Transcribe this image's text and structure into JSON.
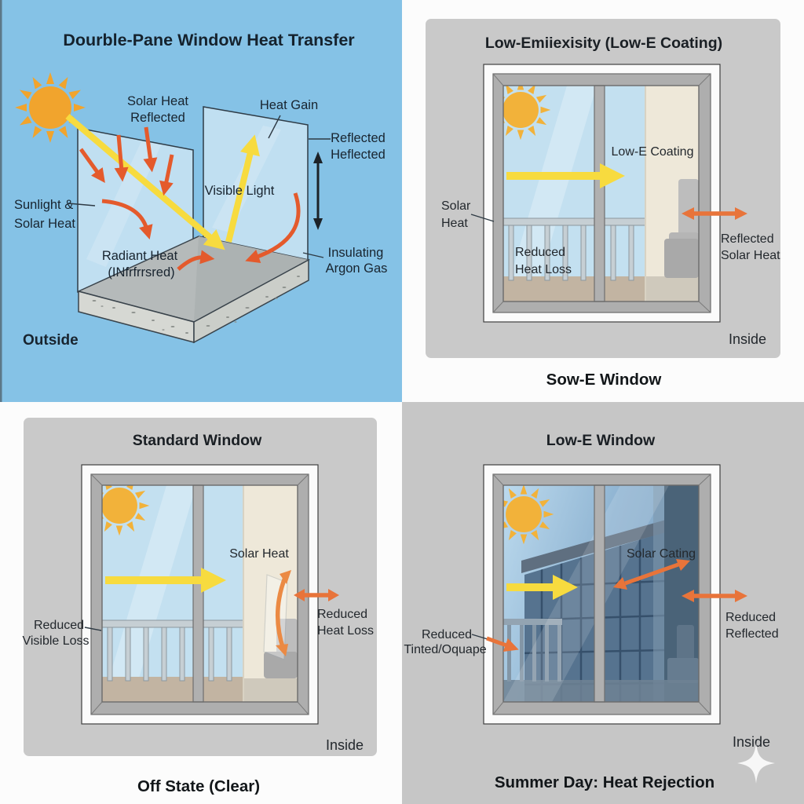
{
  "colors": {
    "tl_background": "#85C2E6",
    "panel_gray": "#C9C9C9",
    "br_background": "#C6C6C6",
    "sun_orange": "#F1A42D",
    "sun_yellow": "#F2B23A",
    "beam_yellow": "#F7DB3F",
    "heat_orange_tl": "#E45A2C",
    "heat_orange": "#E8743A",
    "glass_blue": "#C3E0F0",
    "tinted_blue": "#6E93B2",
    "interior_beige": "#EEE8D9",
    "text_dark": "#1B2730"
  },
  "tl": {
    "title": "Dourble-Pane Window Heat Transfer",
    "labels": {
      "solar_heat_reflected": [
        "Solar Heat",
        "Reflected"
      ],
      "heat_gain": "Heat Gain",
      "reflected_heflected": [
        "Reflected",
        "Heflected"
      ],
      "visible_light": "Visible Light",
      "sunlight_solar_heat": [
        "Sunlight &",
        "Solar Heat"
      ],
      "radiant_heat": [
        "Radiant Heat",
        "(INfrfrrsred)"
      ],
      "insulating_argon": [
        "Insulating",
        "Argon Gas"
      ],
      "outside": "Outside"
    }
  },
  "tr": {
    "title": "Low-Emiiexisity (Low-E Coating)",
    "caption": "Sow-E Window",
    "labels": {
      "low_e_coating": "Low-E Coating",
      "solar_heat": [
        "Solar",
        "Heat"
      ],
      "reduced_heat_loss": [
        "Reduced",
        "Heat Loss"
      ],
      "reflected_solar_heat": [
        "Reflected",
        "Solar Heat"
      ],
      "inside": "Inside"
    }
  },
  "bl": {
    "title": "Standard Window",
    "caption": "Off State (Clear)",
    "labels": {
      "solar_heat": "Solar Heat",
      "reduced_visible_loss": [
        "Reduced",
        "Visible Loss"
      ],
      "reduced_heat_loss": [
        "Reduced",
        "Heat Loss"
      ],
      "inside": "Inside"
    }
  },
  "br": {
    "title": "Low-E Window",
    "caption": "Summer Day: Heat Rejection",
    "labels": {
      "solar_cating": "Solar Cating",
      "reduced_tinted": [
        "Reduced",
        "Tinted/Oquape"
      ],
      "reduced_reflected": [
        "Reduced",
        "Reflected"
      ],
      "inside": "Inside"
    }
  }
}
